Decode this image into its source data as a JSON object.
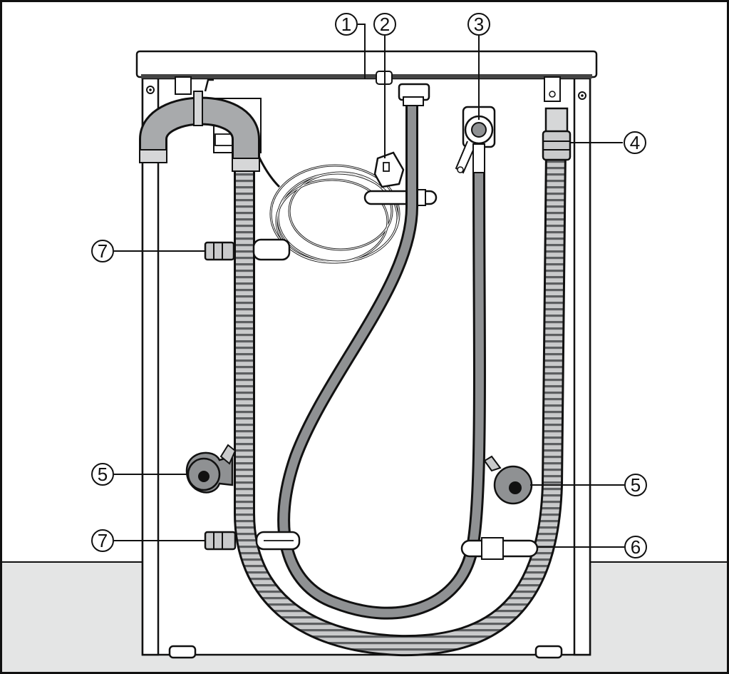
{
  "callouts": [
    {
      "id": "c1",
      "label": "1"
    },
    {
      "id": "c2",
      "label": "2"
    },
    {
      "id": "c3",
      "label": "3"
    },
    {
      "id": "c4",
      "label": "4"
    },
    {
      "id": "c5a",
      "label": "5"
    },
    {
      "id": "c5b",
      "label": "5"
    },
    {
      "id": "c6",
      "label": "6"
    },
    {
      "id": "c7a",
      "label": "7"
    },
    {
      "id": "c7b",
      "label": "7"
    }
  ],
  "colors": {
    "outline": "#111111",
    "floor": "#e4e5e5",
    "hose_gray": "#8f9193",
    "hose_dark": "#555759",
    "corrugated_light": "#c9cacb",
    "corrugated_dark": "#5d5f61",
    "background": "#ffffff"
  }
}
